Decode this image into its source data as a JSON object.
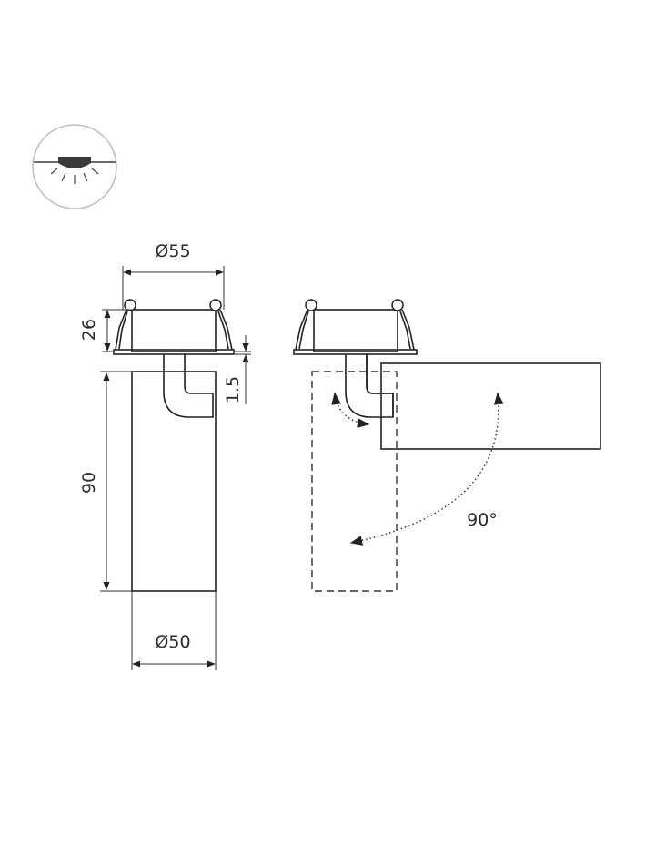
{
  "dimensions": {
    "top_diameter": "Ø55",
    "bottom_diameter": "Ø50",
    "height_head": "26",
    "height_body": "90",
    "gap": "1.5",
    "rotation_angle": "90°"
  },
  "icons": {
    "mount_type": "recessed-ceiling-light-icon"
  },
  "colors": {
    "line": "#222222",
    "icon_circle": "#bdbdbd",
    "icon_fill": "#3a3a3a"
  }
}
